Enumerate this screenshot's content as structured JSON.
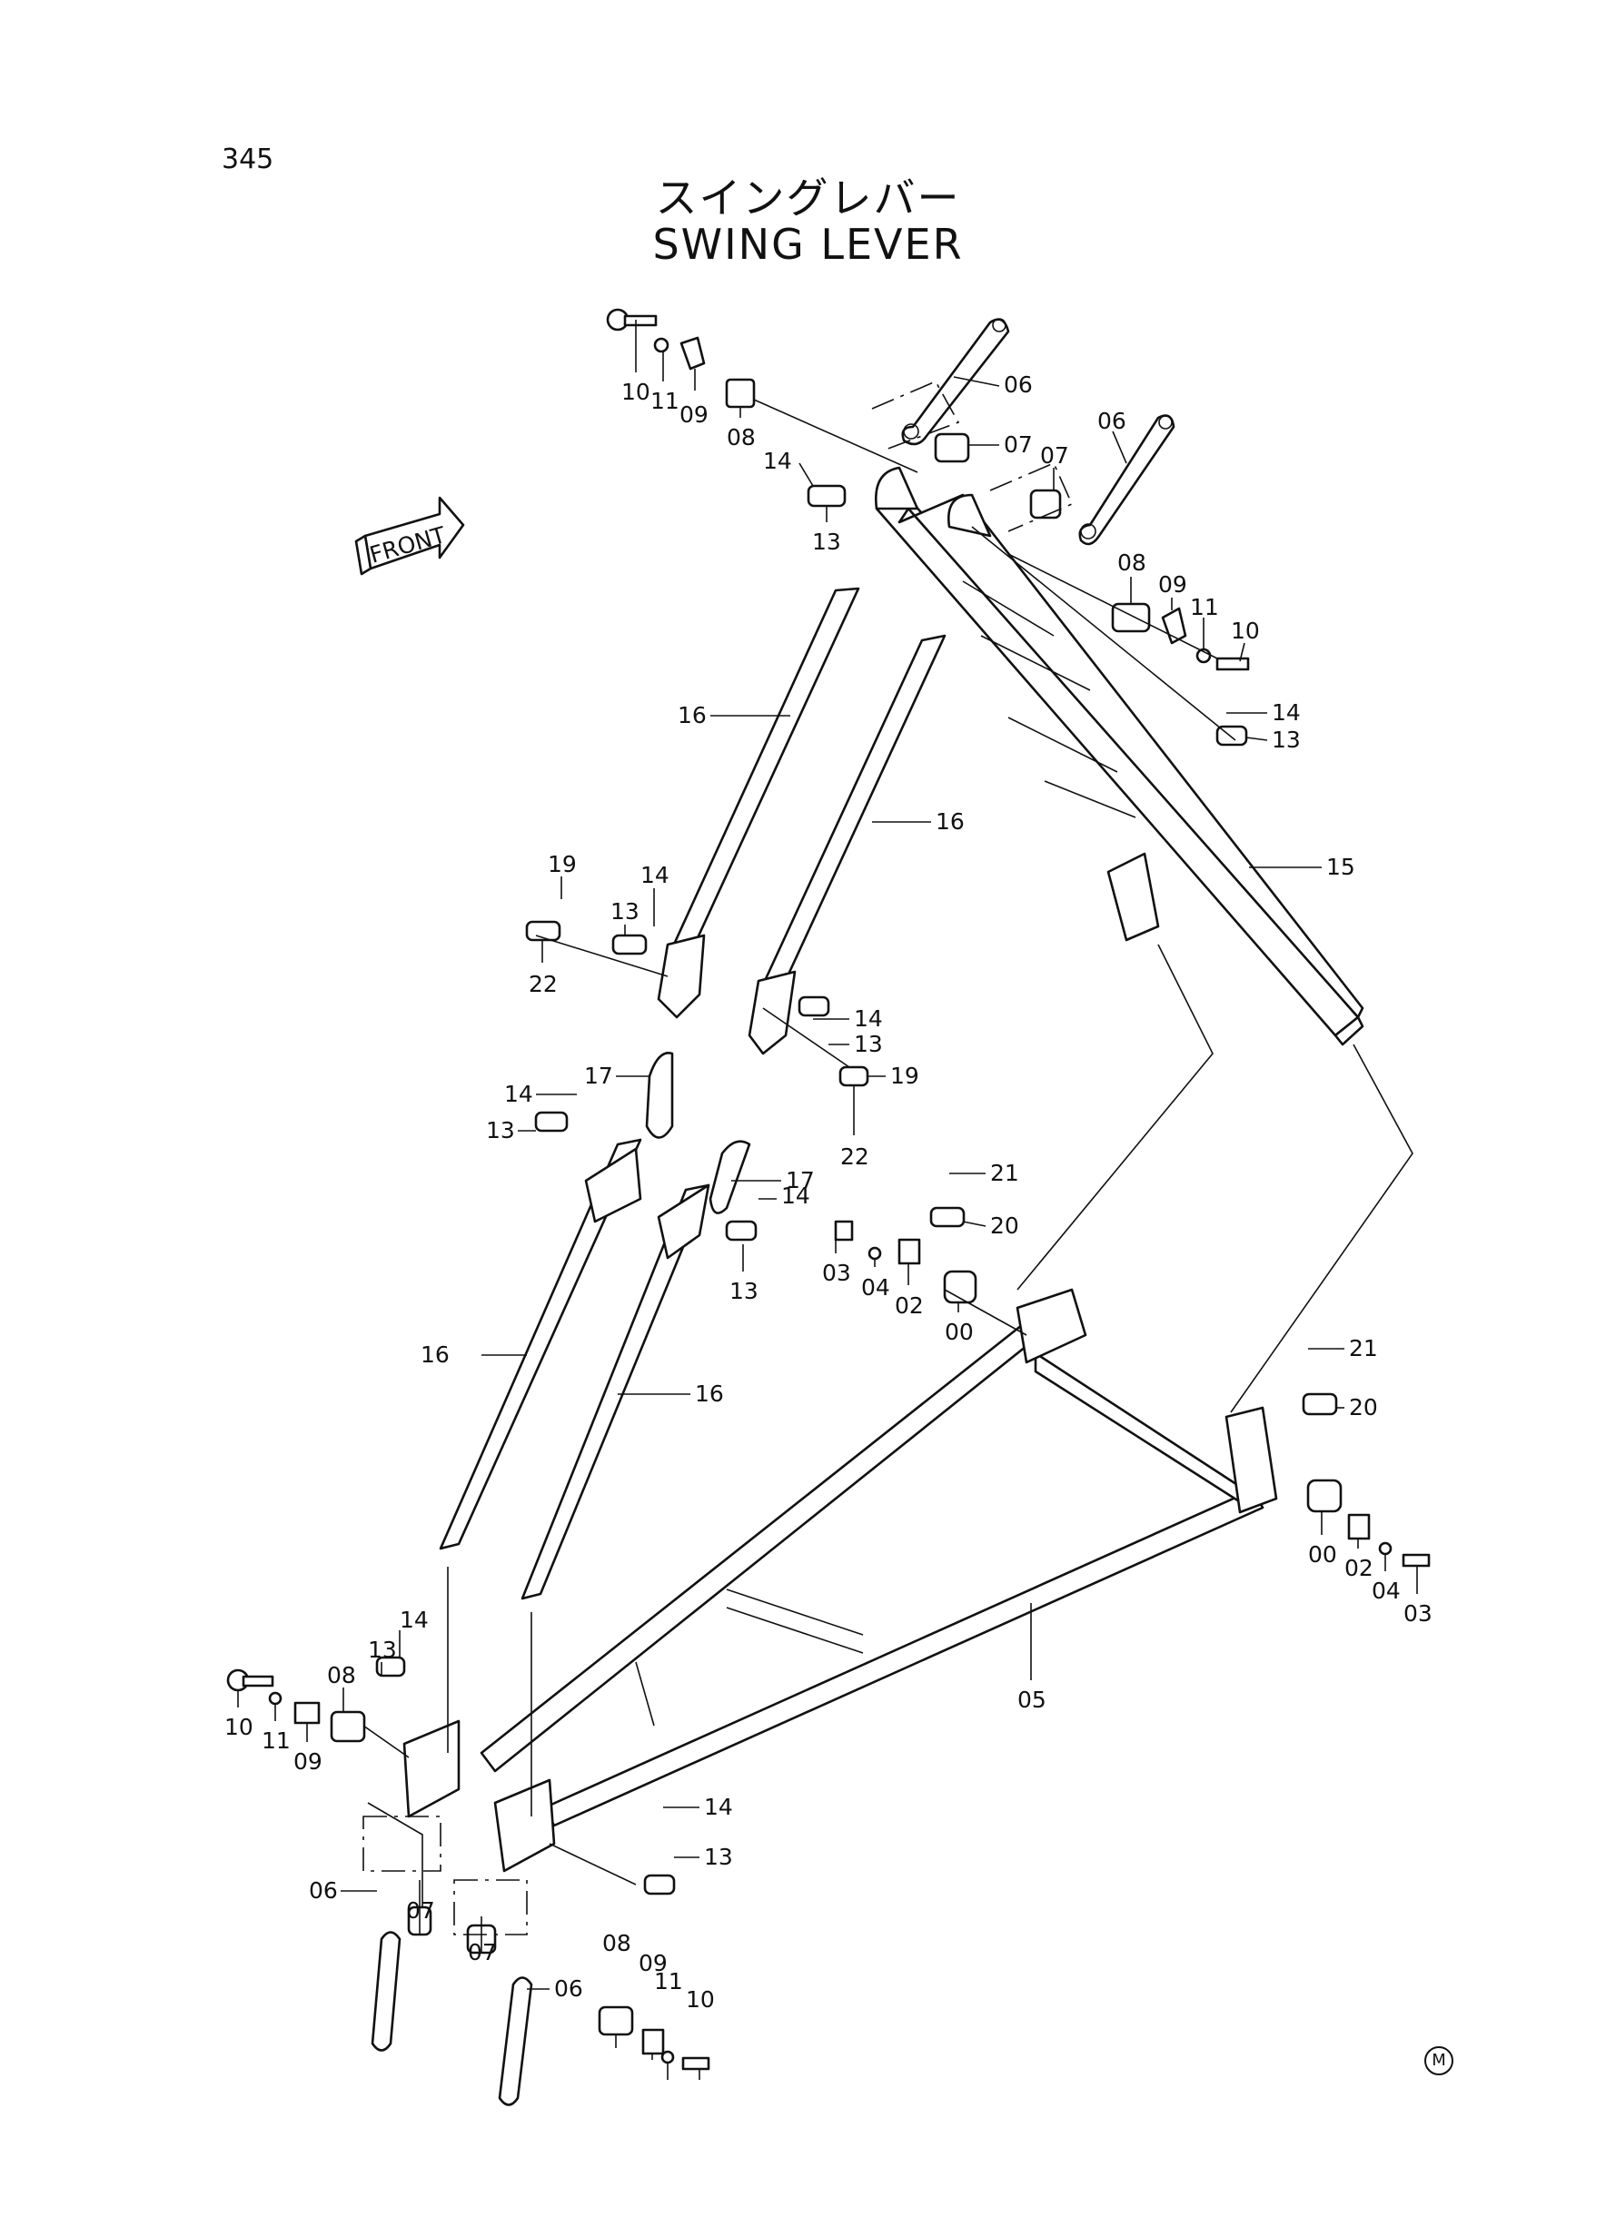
{
  "page": {
    "number": "345",
    "title_ja": "スイングレバー",
    "title_en": "SWING LEVER",
    "mark": "M"
  },
  "front_arrow": {
    "label": "FRONT"
  },
  "callouts": [
    {
      "id": "c1",
      "text": "10"
    },
    {
      "id": "c2",
      "text": "11"
    },
    {
      "id": "c3",
      "text": "09"
    },
    {
      "id": "c4",
      "text": "08"
    },
    {
      "id": "c5",
      "text": "14"
    },
    {
      "id": "c6",
      "text": "13"
    },
    {
      "id": "c7",
      "text": "06"
    },
    {
      "id": "c8",
      "text": "07"
    },
    {
      "id": "c9",
      "text": "07"
    },
    {
      "id": "c10",
      "text": "06"
    },
    {
      "id": "c11",
      "text": "08"
    },
    {
      "id": "c12",
      "text": "09"
    },
    {
      "id": "c13",
      "text": "11"
    },
    {
      "id": "c14",
      "text": "10"
    },
    {
      "id": "c15",
      "text": "14"
    },
    {
      "id": "c16",
      "text": "13"
    },
    {
      "id": "c17",
      "text": "16"
    },
    {
      "id": "c18",
      "text": "16"
    },
    {
      "id": "c19",
      "text": "15"
    },
    {
      "id": "c20",
      "text": "19"
    },
    {
      "id": "c21",
      "text": "14"
    },
    {
      "id": "c22",
      "text": "13"
    },
    {
      "id": "c23",
      "text": "22"
    },
    {
      "id": "c24",
      "text": "14"
    },
    {
      "id": "c25",
      "text": "13"
    },
    {
      "id": "c26",
      "text": "19"
    },
    {
      "id": "c27",
      "text": "22"
    },
    {
      "id": "c28",
      "text": "17"
    },
    {
      "id": "c29",
      "text": "14"
    },
    {
      "id": "c30",
      "text": "13"
    },
    {
      "id": "c31",
      "text": "17"
    },
    {
      "id": "c32",
      "text": "14"
    },
    {
      "id": "c33",
      "text": "13"
    },
    {
      "id": "c34",
      "text": "21"
    },
    {
      "id": "c35",
      "text": "20"
    },
    {
      "id": "c36",
      "text": "03"
    },
    {
      "id": "c37",
      "text": "04"
    },
    {
      "id": "c38",
      "text": "02"
    },
    {
      "id": "c39",
      "text": "00"
    },
    {
      "id": "c40",
      "text": "16"
    },
    {
      "id": "c41",
      "text": "16"
    },
    {
      "id": "c42",
      "text": "21"
    },
    {
      "id": "c43",
      "text": "20"
    },
    {
      "id": "c44",
      "text": "00"
    },
    {
      "id": "c45",
      "text": "02"
    },
    {
      "id": "c46",
      "text": "04"
    },
    {
      "id": "c47",
      "text": "03"
    },
    {
      "id": "c48",
      "text": "05"
    },
    {
      "id": "c49",
      "text": "14"
    },
    {
      "id": "c50",
      "text": "13"
    },
    {
      "id": "c51",
      "text": "08"
    },
    {
      "id": "c52",
      "text": "10"
    },
    {
      "id": "c53",
      "text": "11"
    },
    {
      "id": "c54",
      "text": "09"
    },
    {
      "id": "c55",
      "text": "14"
    },
    {
      "id": "c56",
      "text": "13"
    },
    {
      "id": "c57",
      "text": "06"
    },
    {
      "id": "c58",
      "text": "07"
    },
    {
      "id": "c59",
      "text": "07"
    },
    {
      "id": "c60",
      "text": "06"
    },
    {
      "id": "c61",
      "text": "08"
    },
    {
      "id": "c62",
      "text": "09"
    },
    {
      "id": "c63",
      "text": "11"
    },
    {
      "id": "c64",
      "text": "10"
    }
  ]
}
